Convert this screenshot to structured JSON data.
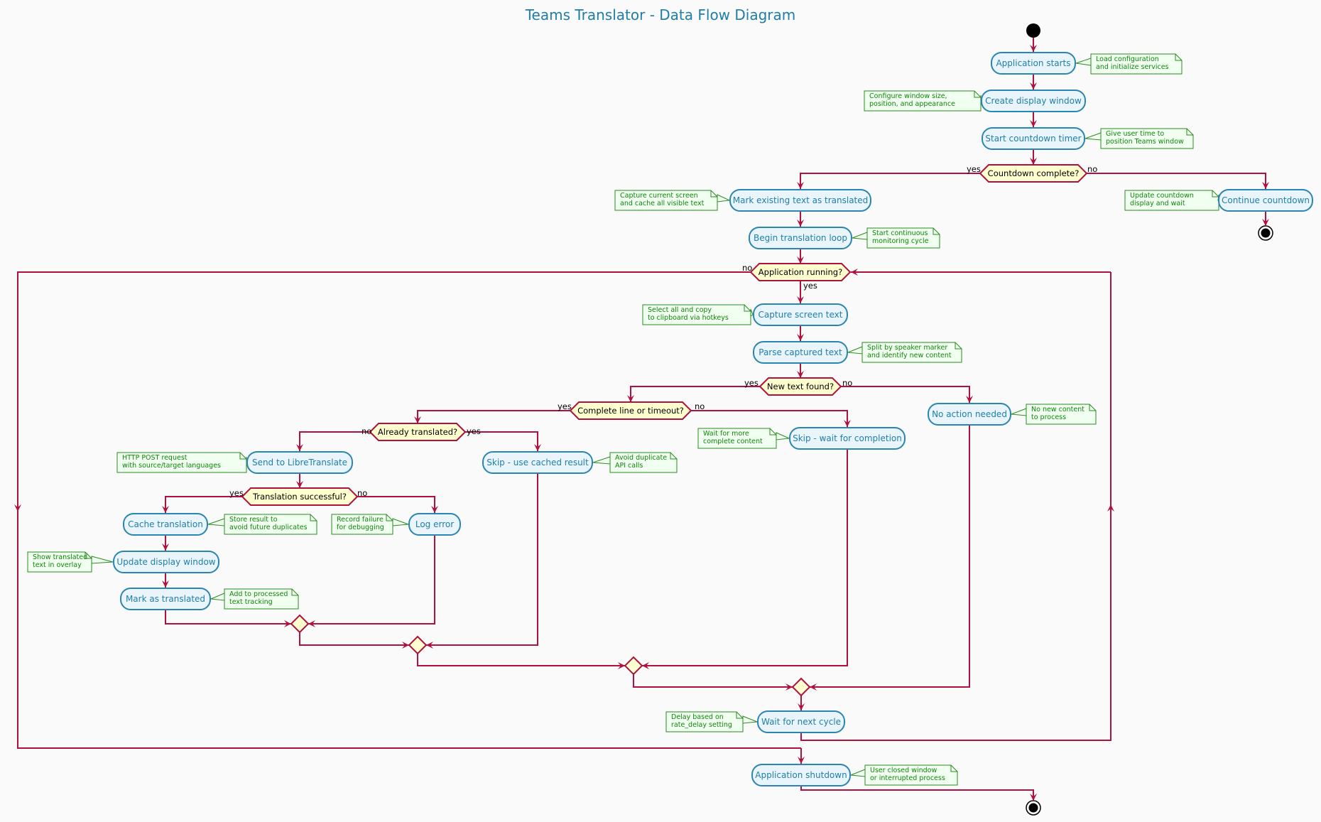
{
  "title": "Teams Translator - Data Flow Diagram",
  "activities": {
    "app_start": "Application starts",
    "create_window": "Create display window",
    "start_countdown": "Start countdown timer",
    "mark_existing": "Mark existing text as translated",
    "continue_countdown": "Continue countdown",
    "begin_loop": "Begin translation loop",
    "capture_text": "Capture screen text",
    "parse_text": "Parse captured text",
    "no_action": "No action needed",
    "skip_wait": "Skip - wait for completion",
    "send_libre": "Send to LibreTranslate",
    "skip_cached": "Skip - use cached result",
    "cache_translation": "Cache translation",
    "log_error": "Log error",
    "update_display": "Update display window",
    "mark_translated": "Mark as translated",
    "wait_cycle": "Wait for next cycle",
    "shutdown": "Application shutdown"
  },
  "decisions": {
    "countdown_complete": "Countdown complete?",
    "app_running": "Application running?",
    "new_text": "New text found?",
    "complete_line": "Complete line or timeout?",
    "already_translated": "Already translated?",
    "translation_success": "Translation successful?"
  },
  "branch_labels": {
    "yes": "yes",
    "no": "no"
  },
  "notes": {
    "app_start": "Load configuration\nand initialize services",
    "create_window": "Configure window size,\nposition, and appearance",
    "start_countdown": "Give user time to\nposition Teams window",
    "mark_existing": "Capture current screen\nand cache all visible text",
    "continue_countdown": "Update countdown\ndisplay and wait",
    "begin_loop": "Start continuous\nmonitoring cycle",
    "capture_text": "Select all and copy\nto clipboard via hotkeys",
    "parse_text": "Split by speaker marker\nand identify new content",
    "no_action": "No new content\nto process",
    "skip_wait": "Wait for more\ncomplete content",
    "send_libre": "HTTP POST request\nwith source/target languages",
    "skip_cached": "Avoid duplicate\nAPI calls",
    "cache_translation": "Store result to\navoid future duplicates",
    "log_error": "Record failure\nfor debugging",
    "update_display": "Show translated\ntext in overlay",
    "mark_translated": "Add to processed\ntext tracking",
    "wait_cycle": "Delay based on\nrate_delay setting",
    "shutdown": "User closed window\nor interrupted process"
  },
  "colors": {
    "activity_fill": "#eaf4fb",
    "activity_border": "#2a86b0",
    "activity_text": "#1e7fa8",
    "wire": "#b0123f",
    "decision_fill": "#fefece",
    "note_fill": "#f0fff0",
    "note_border": "#2a8a1f",
    "note_text": "#11840c",
    "title": "#1f7ea6"
  }
}
